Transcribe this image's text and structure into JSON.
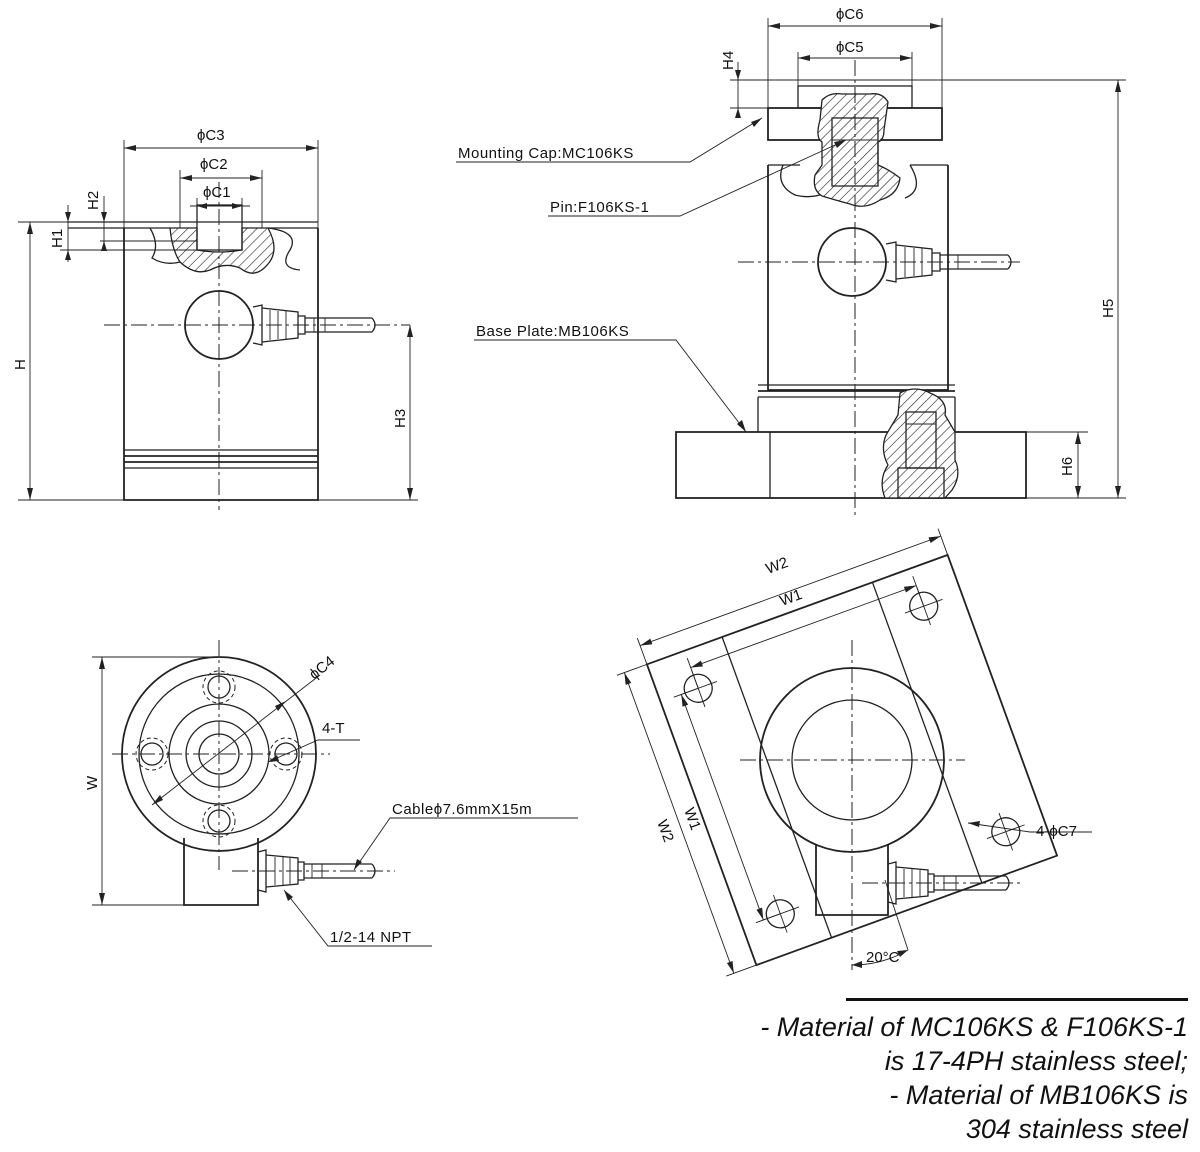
{
  "labels": {
    "phi_c1": "ϕC1",
    "phi_c2": "ϕC2",
    "phi_c3": "ϕC3",
    "phi_c4": "ϕC4",
    "phi_c5": "ϕC5",
    "phi_c6": "ϕC6",
    "h": "H",
    "h1": "H1",
    "h2": "H2",
    "h3": "H3",
    "h4": "H4",
    "h5": "H5",
    "h6": "H6",
    "w": "W",
    "w1": "W1",
    "w2": "W2",
    "four_t": "4-T",
    "four_phi_c7": "4-ϕC7",
    "angle": "20°C"
  },
  "callouts": {
    "mounting_cap": "Mounting Cap:MC106KS",
    "pin": "Pin:F106KS-1",
    "base_plate": "Base Plate:MB106KS",
    "cable": "Cableϕ7.6mmX15m",
    "npt": "1/2-14 NPT"
  },
  "notes": [
    "- Material of MC106KS & F106KS-1",
    "is 17-4PH stainless steel;",
    "- Material of MB106KS is",
    "304 stainless steel"
  ]
}
